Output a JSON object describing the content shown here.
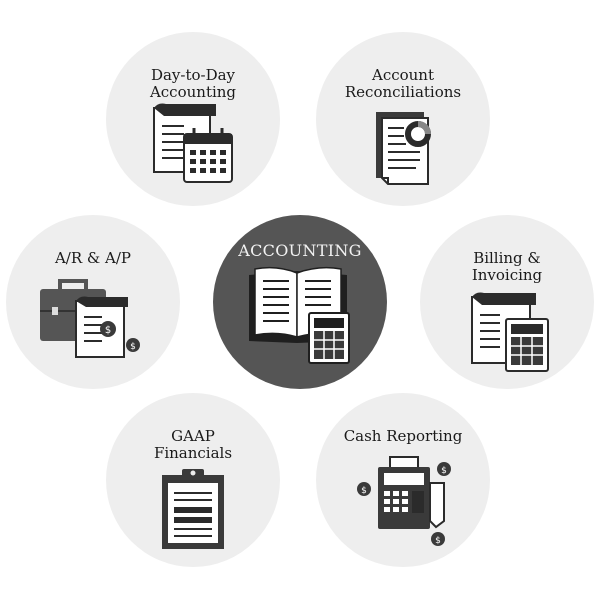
{
  "center": {
    "label": "ACCOUNTING",
    "icon": "book-calculator-icon"
  },
  "nodes": [
    {
      "id": "day-to-day",
      "line1": "Day-to-Day",
      "line2": "Accounting",
      "icon": "document-calendar-icon"
    },
    {
      "id": "reconciliations",
      "line1": "Account",
      "line2": "Reconciliations",
      "icon": "report-pie-chart-icon"
    },
    {
      "id": "ar-ap",
      "line1": "A/R & A/P",
      "line2": "",
      "icon": "briefcase-invoice-icon"
    },
    {
      "id": "billing",
      "line1": "Billing &",
      "line2": "Invoicing",
      "icon": "invoice-calculator-icon"
    },
    {
      "id": "gaap",
      "line1": "GAAP",
      "line2": "Financials",
      "icon": "clipboard-icon"
    },
    {
      "id": "cash",
      "line1": "Cash Reporting",
      "line2": "",
      "icon": "cash-register-icon"
    }
  ],
  "colors": {
    "node_bg": "#eeeeee",
    "center_bg": "#555555",
    "icon_dark": "#2b2b2b"
  }
}
